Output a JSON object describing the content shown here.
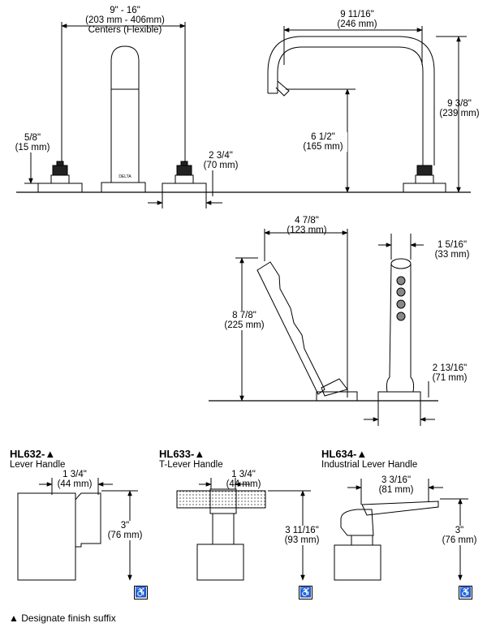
{
  "top_dims": {
    "centers": {
      "l1": "9\" - 16\"",
      "l2": "(203 mm - 406mm)",
      "l3": "Centers (Flexible)"
    },
    "handle_height": {
      "l1": "5/8\"",
      "l2": "(15 mm)"
    },
    "base_width": {
      "l1": "2 3/4\"",
      "l2": "(70 mm)"
    },
    "spout_reach": {
      "l1": "9 11/16\"",
      "l2": "(246 mm)"
    },
    "spout_height": {
      "l1": "9 3/8\"",
      "l2": "(239 mm)"
    },
    "spout_clearance": {
      "l1": "6 1/2\"",
      "l2": "(165 mm)"
    }
  },
  "spray_dims": {
    "offset": {
      "l1": "4 7/8\"",
      "l2": "(123 mm)"
    },
    "height": {
      "l1": "8 7/8\"",
      "l2": "(225 mm)"
    },
    "diameter": {
      "l1": "1 5/16\"",
      "l2": "(33 mm)"
    },
    "base": {
      "l1": "2 13/16\"",
      "l2": "(71 mm)"
    }
  },
  "spout_logo": "DELTA",
  "handles": [
    {
      "model": "HL632-▲",
      "name": "Lever Handle",
      "width": {
        "l1": "1 3/4\"",
        "l2": "(44 mm)"
      },
      "height": {
        "l1": "3\"",
        "l2": "(76 mm)"
      }
    },
    {
      "model": "HL633-▲",
      "name": "T-Lever Handle",
      "width": {
        "l1": "1 3/4\"",
        "l2": "(44 mm)"
      },
      "height": {
        "l1": "3 11/16\"",
        "l2": "(93 mm)"
      }
    },
    {
      "model": "HL634-▲",
      "name": "Industrial Lever Handle",
      "width": {
        "l1": "3 3/16\"",
        "l2": "(81 mm)"
      },
      "height": {
        "l1": "3\"",
        "l2": "(76 mm)"
      }
    }
  ],
  "ada_symbol": "♿",
  "footnote": "▲ Designate finish suffix"
}
